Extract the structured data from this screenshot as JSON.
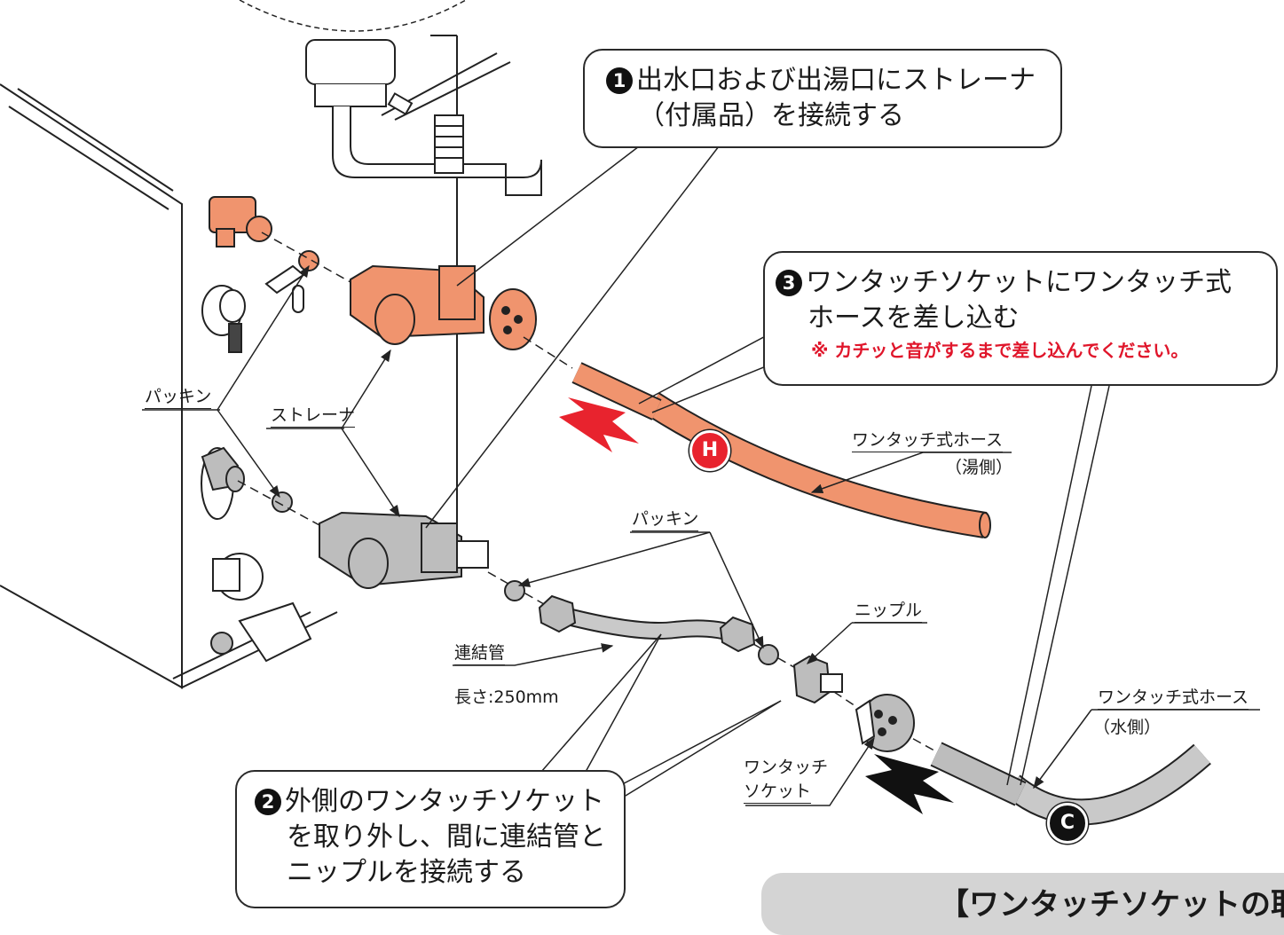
{
  "callouts": {
    "step1": {
      "number": "1",
      "line1": "出水口および出湯口にストレーナ",
      "line2": "（付属品）を接続する"
    },
    "step2": {
      "number": "2",
      "line1": "外側のワンタッチソケット",
      "line2": "を取り外し、間に連結管と",
      "line3": "ニップルを接続する"
    },
    "step3": {
      "number": "3",
      "line1": "ワンタッチソケットにワンタッチ式",
      "line2": "ホースを差し込む",
      "note": "※ カチッと音がするまで差し込んでください。"
    }
  },
  "labels": {
    "packing_left": "パッキン",
    "strainer": "ストレーナ",
    "hose_hot_line1": "ワンタッチ式ホース",
    "hose_hot_line2": "（湯側）",
    "packing_right": "パッキン",
    "nipple": "ニップル",
    "connecting_pipe": "連結管",
    "connecting_pipe_length": "長さ:250mm",
    "hose_water_line1": "ワンタッチ式ホース",
    "hose_water_line2": "（水側）",
    "onetouch_socket_line1": "ワンタッチ",
    "onetouch_socket_line2": "ソケット"
  },
  "badges": {
    "hot": "H",
    "cold": "C"
  },
  "banner": {
    "text": "【ワンタッチソケットの取"
  },
  "colors": {
    "hot_part": "#f0946e",
    "hot_badge": "#e8232e",
    "cold_part": "#bdbdbd",
    "note": "#e0162b"
  }
}
